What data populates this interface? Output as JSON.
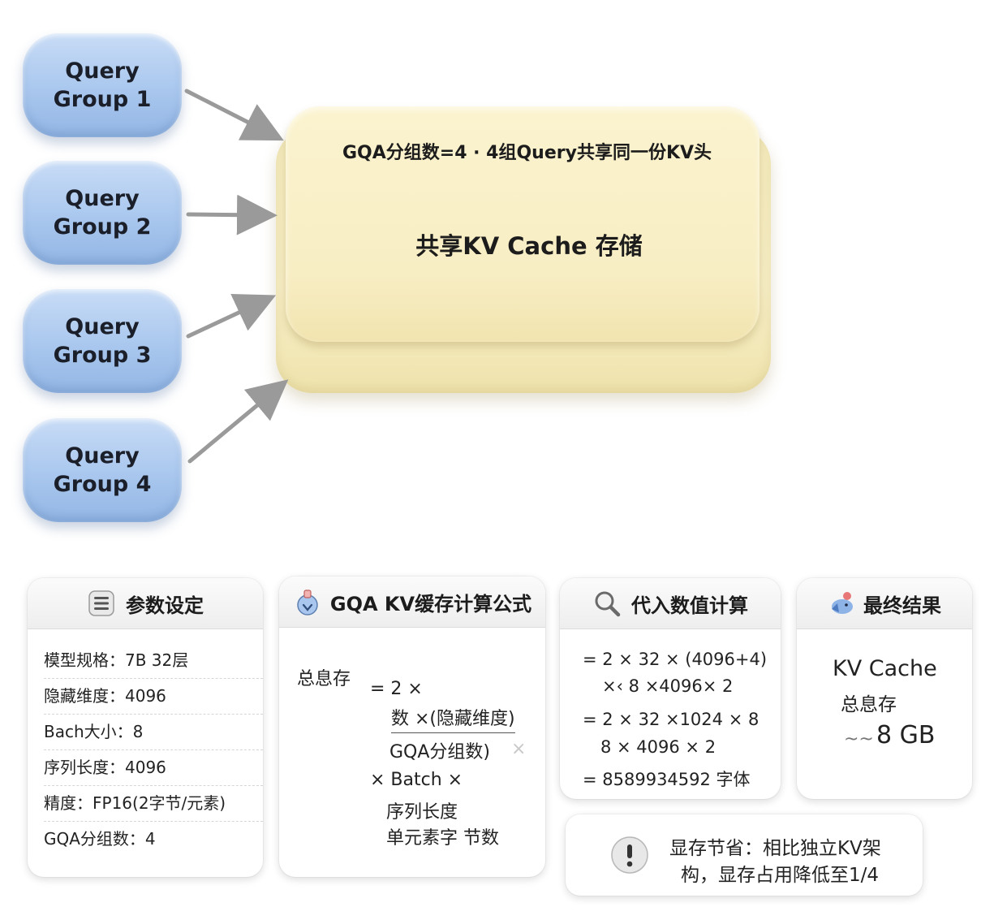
{
  "queries": [
    {
      "line1": "Query",
      "line2": "Group 1"
    },
    {
      "line1": "Query",
      "line2": "Group 2"
    },
    {
      "line1": "Query",
      "line2": "Group 3"
    },
    {
      "line1": "Query",
      "line2": "Group 4"
    }
  ],
  "cache": {
    "heading": "GQA分组数=4 · 4组Query共享同一份KV头",
    "title": "共享KV Cache  存储"
  },
  "params": {
    "title": "参数设定",
    "icon": "list-icon",
    "rows": [
      "模型规格：7B  32层",
      "隐藏维度：4096",
      "Bach大小：8",
      "序列长度：4096",
      "精度：FP16(2字节/元素)",
      "GQA分组数：4"
    ]
  },
  "formula": {
    "title": "GQA KV缓存计算公式",
    "icon": "flask-icon",
    "lines": [
      "总息存",
      "= 2 ×",
      "数 ×(隐藏维度)",
      "GQA分组数)",
      "×",
      "× Batch ×",
      "序列长度",
      "单元素字 节数"
    ]
  },
  "calc": {
    "title": "代入数值计算",
    "icon": "magnifier-icon",
    "lines": [
      "= 2 × 32 × (4096+4)",
      "×‹ 8 ×4096× 2",
      "= 2 × 32 ×1024 × 8",
      "8 × 4096 × 2",
      "= 8589934592 字体"
    ]
  },
  "result": {
    "title": "最终结果",
    "icon": "bird-icon",
    "line1": "KV Cache",
    "line2": "总息存",
    "approx": "~~",
    "value": "8 GB"
  },
  "note": {
    "icon": "exclamation-icon",
    "line1": "显存节省：相比独立KV架",
    "line2": "构，显存占用降低至1/4"
  },
  "colors": {
    "query_fill": "#a9c7ee",
    "cache_fill": "#f8eec4",
    "arrow": "#9a9a9a"
  }
}
